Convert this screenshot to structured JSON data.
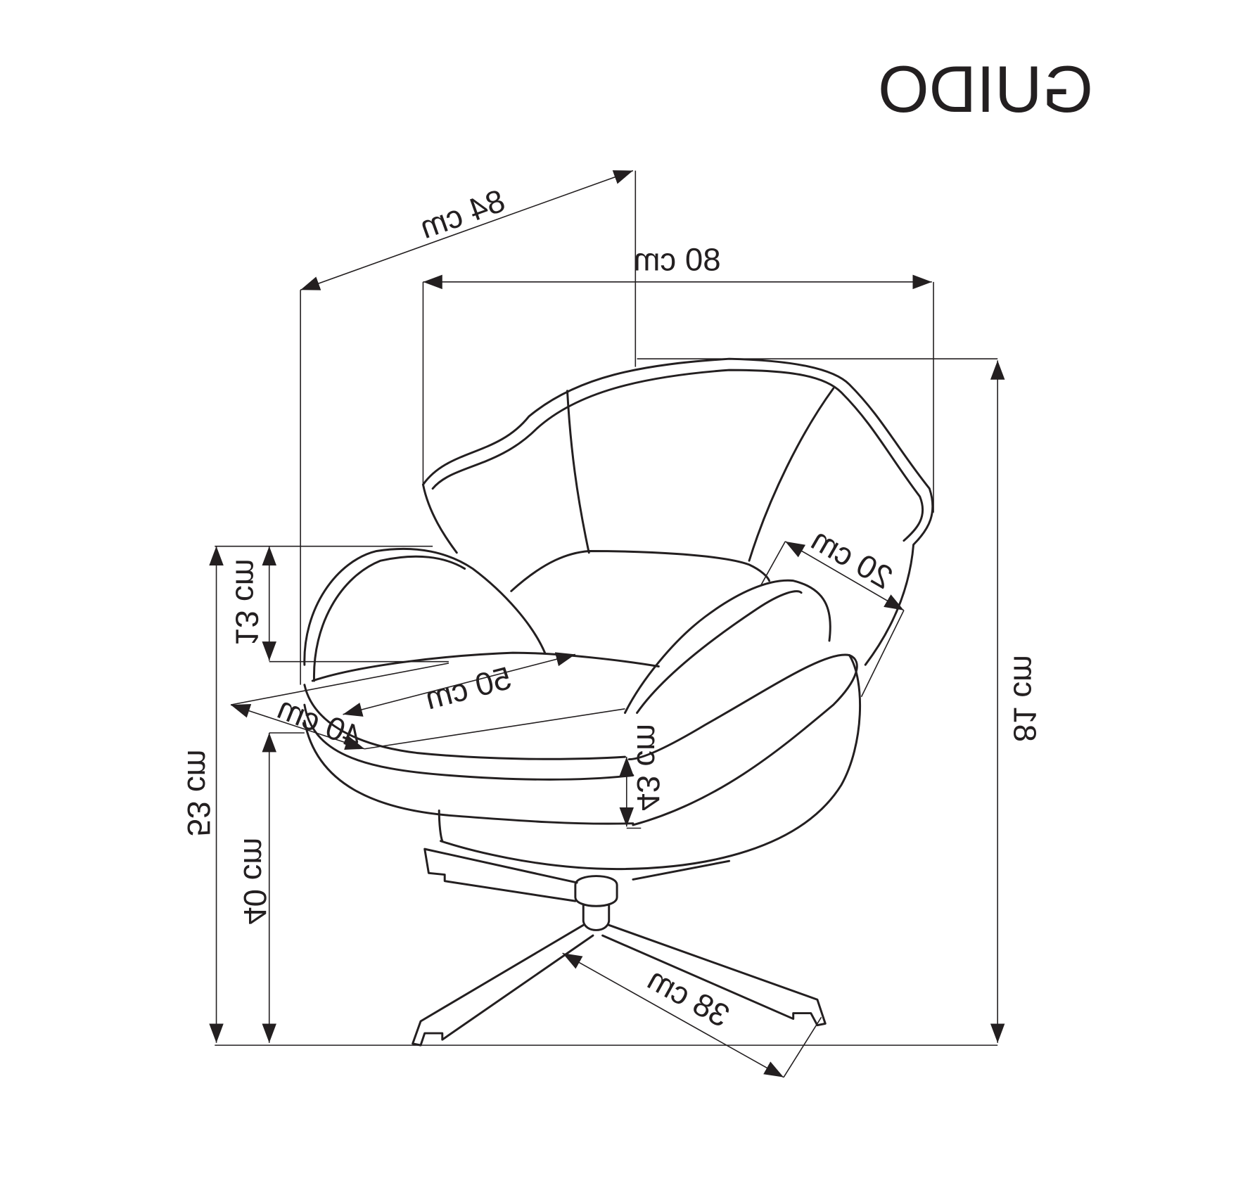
{
  "title": "GUIDO",
  "colors": {
    "line": "#231f20",
    "background": "#ffffff"
  },
  "dimensions": {
    "depth_diagonal": "84 cm",
    "width": "80 cm",
    "armrest_width": "20 cm",
    "armrest_height_above_seat": "13 cm",
    "seat_width": "50 cm",
    "seat_depth": "40 cm",
    "seat_cushion_height": "43 cm",
    "armrest_height": "53 cm",
    "seat_height": "40 cm",
    "total_height": "81 cm",
    "base_leg_length": "38 cm"
  }
}
